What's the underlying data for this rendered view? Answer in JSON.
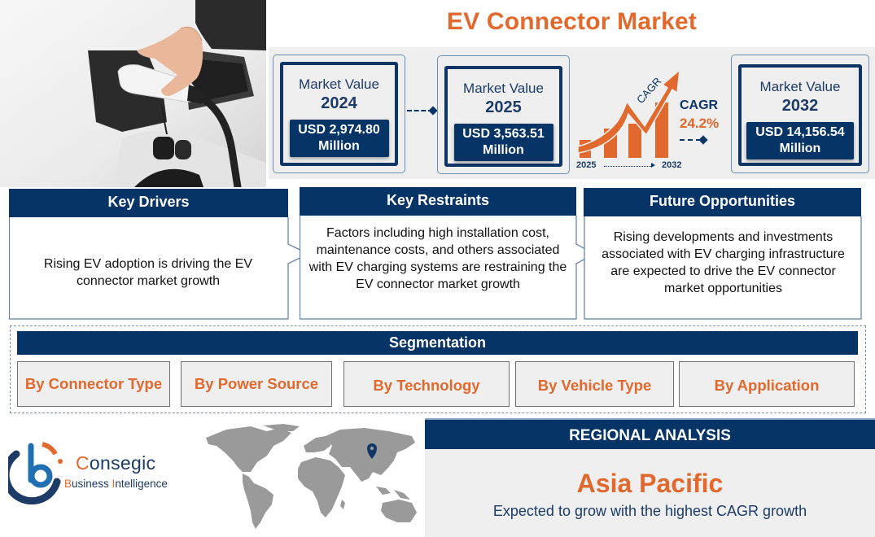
{
  "title": "EV Connector Market",
  "hero_image": {
    "icon": "ev-charging-photo",
    "alt": "Hand plugging charger into white electric vehicle"
  },
  "market_values": [
    {
      "label": "Market Value",
      "year": "2024",
      "value_line1": "USD 2,974.80",
      "value_line2": "Million"
    },
    {
      "label": "Market Value",
      "year": "2025",
      "value_line1": "USD 3,563.51",
      "value_line2": "Million"
    },
    {
      "label": "Market Value",
      "year": "2032",
      "value_line1": "USD 14,156.54",
      "value_line2": "Million"
    }
  ],
  "cagr": {
    "graphic_text": "CAGR",
    "label": "CAGR",
    "value": "24.2%",
    "start_year": "2025",
    "end_year": "2032"
  },
  "info_columns": [
    {
      "heading": "Key Drivers",
      "text": "Rising EV adoption is driving the EV connector market growth"
    },
    {
      "heading": "Key Restraints",
      "text": "Factors including high installation cost, maintenance costs, and others associated with EV charging systems are restraining the EV connector market growth"
    },
    {
      "heading": "Future Opportunities",
      "text": "Rising developments and investments associated with EV charging infrastructure are expected to drive the EV connector market opportunities"
    }
  ],
  "segmentation": {
    "heading": "Segmentation",
    "items": [
      "By Connector Type",
      "By Power Source",
      "By Technology",
      "By Vehicle Type",
      "By Application"
    ]
  },
  "logo": {
    "name_initial": "C",
    "name_rest": "onsegic",
    "sub_b": "B",
    "sub_mid": "usiness ",
    "sub_i": "I",
    "sub_rest": "ntelligence"
  },
  "map": {
    "icon": "world-map",
    "pin_icon": "location-pin-icon"
  },
  "regional": {
    "heading": "REGIONAL ANALYSIS",
    "region": "Asia Pacific",
    "description": "Expected to grow with the highest CAGR growth"
  },
  "colors": {
    "navy": "#063466",
    "orange": "#e2692d",
    "panel_gray": "#efefef",
    "map_gray": "#9a9a9a"
  }
}
